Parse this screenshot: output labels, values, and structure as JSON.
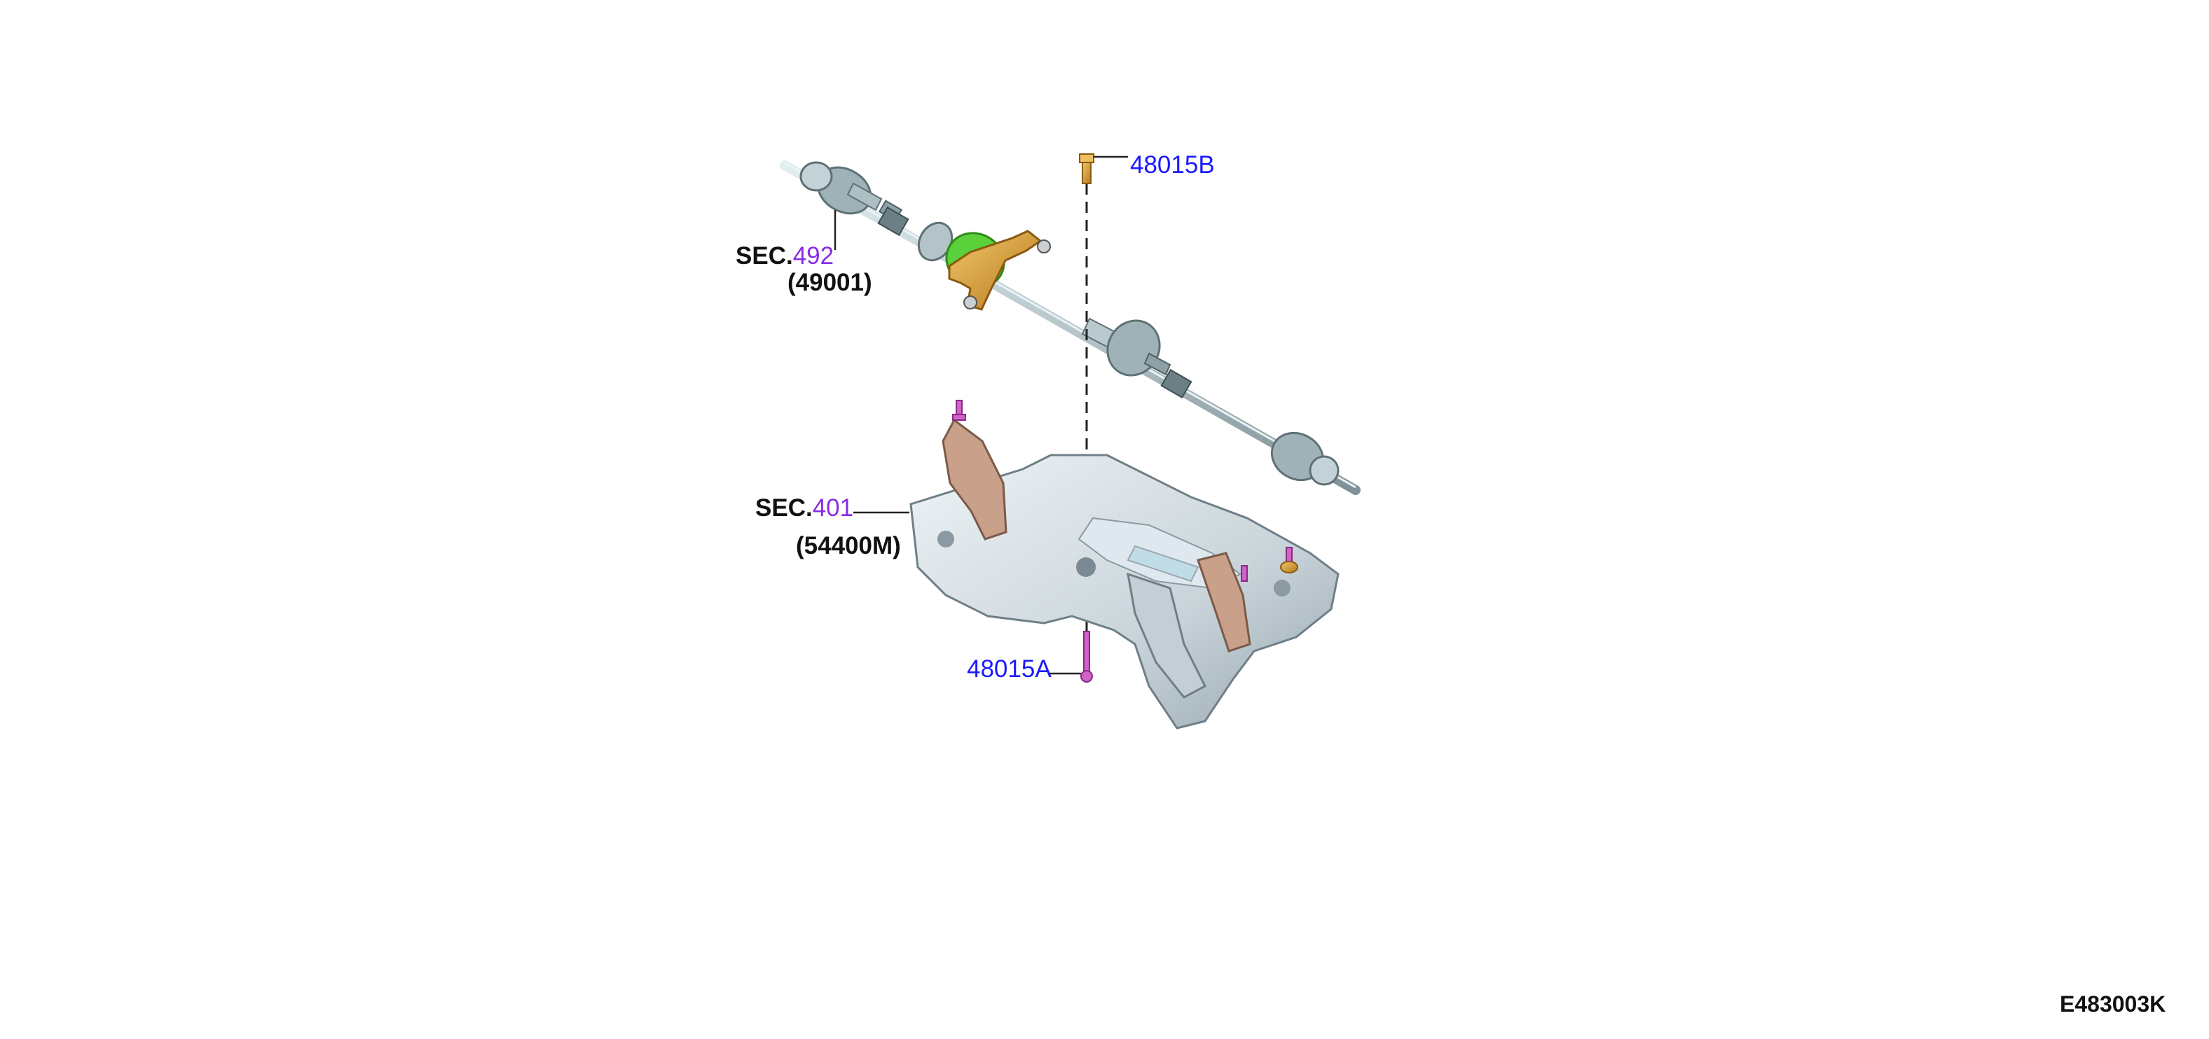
{
  "diagram": {
    "labels": {
      "bolt_top": "48015B",
      "bolt_bottom": "48015A",
      "sec_492_prefix": "SEC.",
      "sec_492_num": "492",
      "sec_492_part": "(49001)",
      "sec_401_prefix": "SEC.",
      "sec_401_num": "401",
      "sec_401_part": "(54400M)",
      "doc_id": "E483003K"
    },
    "colors": {
      "part_number_text": "#1a1aff",
      "section_number_text": "#8a2be2",
      "label_text": "#111111",
      "shaft": "#b8c8cc",
      "bracket": "#d9a23a",
      "boot_green": "#5ad13a",
      "subframe": "#cdd7dd",
      "subframe_bracket": "#c9a08a",
      "bolt_pink": "#d062c8",
      "bolt_gold": "#d9a23a"
    }
  }
}
